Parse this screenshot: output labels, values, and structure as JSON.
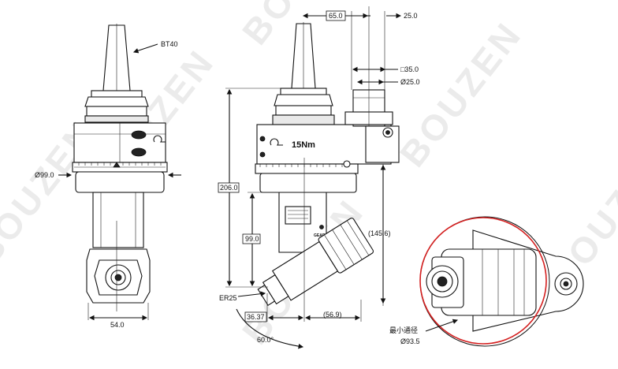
{
  "watermark": "BOUZEN",
  "labels": {
    "taper": "BT40",
    "body_dia": "Ø99.0",
    "nose_width": "54.0",
    "top_offset": "65.0",
    "top_right": "25.0",
    "square": "□35.0",
    "pin_dia": "Ø25.0",
    "height": "206.0",
    "mid_height": "99.0",
    "reach": "(145.6)",
    "collet": "ER25",
    "offset_a": "36.37",
    "offset_b": "(56.9)",
    "angle": "60.0°",
    "min_circle_cn": "最小通径",
    "min_circle_dia": "Ø93.5",
    "torque": "15Nm",
    "gear_oil": "GEAR OIL"
  },
  "colors": {
    "ink": "#111111",
    "circle": "#d42020",
    "watermark": "#c8c8c8"
  }
}
